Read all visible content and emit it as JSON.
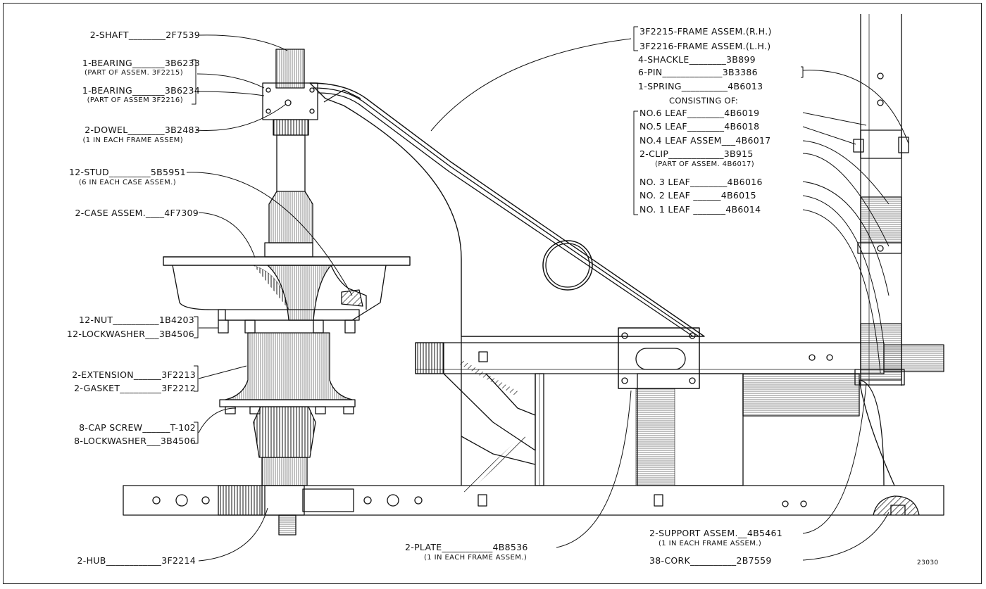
{
  "left_labels": [
    {
      "id": "shaft",
      "text": "2-SHAFT________2F7539"
    },
    {
      "id": "bearing1",
      "text": "1-BEARING_______3B6233"
    },
    {
      "id": "bearing1_note",
      "text": "(PART OF ASSEM. 3F2215)"
    },
    {
      "id": "bearing2",
      "text": "1-BEARING_______3B6234"
    },
    {
      "id": "bearing2_note",
      "text": "(PART OF ASSEM 3F2216)"
    },
    {
      "id": "dowel",
      "text": "2-DOWEL________3B2483"
    },
    {
      "id": "dowel_note",
      "text": "(1 IN EACH FRAME ASSEM)"
    },
    {
      "id": "stud",
      "text": "12-STUD_________5B5951"
    },
    {
      "id": "stud_note",
      "text": "(6 IN EACH CASE ASSEM.)"
    },
    {
      "id": "case",
      "text": "2-CASE ASSEM.____4F7309"
    },
    {
      "id": "nut",
      "text": "12-NUT__________1B4203"
    },
    {
      "id": "lockwasher1",
      "text": "12-LOCKWASHER___3B4506"
    },
    {
      "id": "extension",
      "text": "2-EXTENSION______3F2213"
    },
    {
      "id": "gasket",
      "text": "2-GASKET_________3F2212"
    },
    {
      "id": "capscrew",
      "text": "8-CAP SCREW______T-102"
    },
    {
      "id": "lockwasher2",
      "text": "8-LOCKWASHER___3B4506"
    },
    {
      "id": "hub",
      "text": "2-HUB____________3F2214"
    }
  ],
  "right_labels": [
    {
      "id": "frame_rh",
      "text": "3F2215-FRAME ASSEM.(R.H.)"
    },
    {
      "id": "frame_lh",
      "text": "3F2216-FRAME ASSEM.(L.H.)"
    },
    {
      "id": "shackle",
      "text": "4-SHACKLE________3B899"
    },
    {
      "id": "pin",
      "text": "6-PIN_____________3B3386"
    },
    {
      "id": "spring",
      "text": "1-SPRING__________4B6013"
    },
    {
      "id": "consisting",
      "text": "CONSISTING OF:"
    },
    {
      "id": "leaf6",
      "text": "NO.6 LEAF________4B6019"
    },
    {
      "id": "leaf5",
      "text": "NO.5 LEAF________4B6018"
    },
    {
      "id": "leaf4",
      "text": "NO.4 LEAF ASSEM___4B6017"
    },
    {
      "id": "clip",
      "text": "2-CLIP____________3B915"
    },
    {
      "id": "clip_note",
      "text": "(PART OF ASSEM. 4B6017)"
    },
    {
      "id": "leaf3",
      "text": "NO. 3 LEAF________4B6016"
    },
    {
      "id": "leaf2",
      "text": "NO. 2 LEAF ______4B6015"
    },
    {
      "id": "leaf1",
      "text": "NO. 1 LEAF _______4B6014"
    }
  ],
  "bottom_labels": [
    {
      "id": "plate",
      "text": "2-PLATE___________4B8536"
    },
    {
      "id": "plate_note",
      "text": "(1 IN EACH FRAME ASSEM.)"
    },
    {
      "id": "support",
      "text": "2-SUPPORT ASSEM.__4B5461"
    },
    {
      "id": "support_note",
      "text": "(1 IN EACH FRAME ASSEM.)"
    },
    {
      "id": "cork",
      "text": "38-CORK__________2B7559"
    }
  ],
  "figure_number": "23030",
  "colors": {
    "ink": "#111111",
    "paper": "#ffffff"
  }
}
